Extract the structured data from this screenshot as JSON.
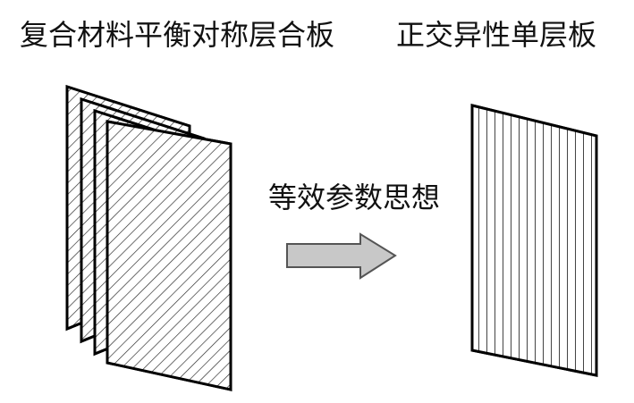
{
  "labels": {
    "left_title": "复合材料平衡对称层合板",
    "right_title": "正交异性单层板",
    "arrow_label": "等效参数思想"
  },
  "colors": {
    "line": "#000000",
    "arrow_fill": "#c8c8c8",
    "arrow_stroke": "#555555",
    "background": "#ffffff"
  },
  "diagram": {
    "left_stack_ply_count": 4,
    "left_hatch": "diagonal",
    "right_hatch": "vertical"
  }
}
